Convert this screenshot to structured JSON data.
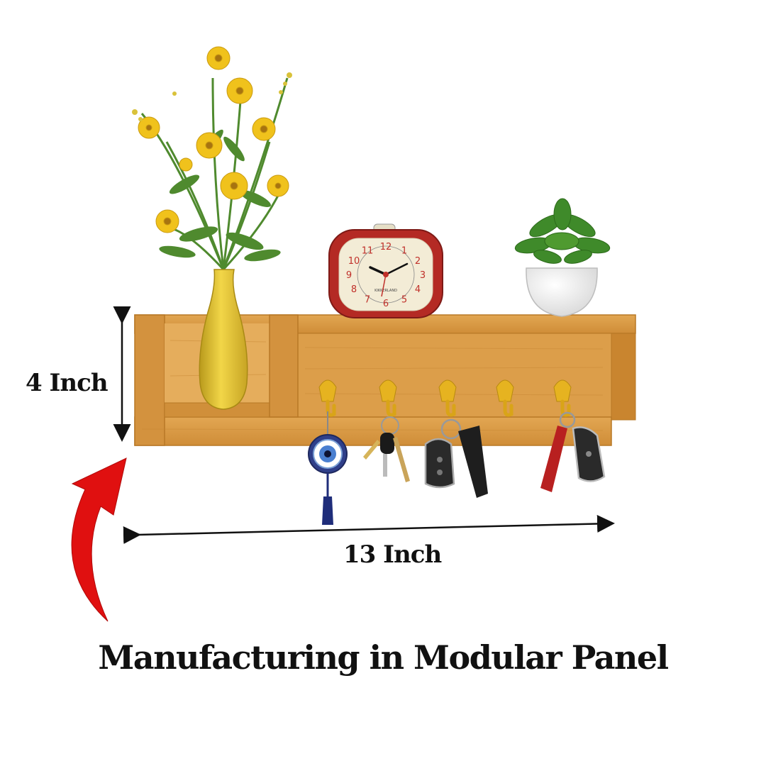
{
  "dimensions": {
    "height_label": "4 Inch",
    "width_label": "13 Inch"
  },
  "caption": "Manufacturing in Modular Panel",
  "clock": {
    "numerals": [
      "12",
      "1",
      "2",
      "3",
      "4",
      "5",
      "6",
      "7",
      "8",
      "9",
      "10",
      "11"
    ],
    "brand_text": "KIKKERLAND"
  },
  "colors": {
    "wood": "#d99a45",
    "wood_dark": "#b87826",
    "hook": "#e6b320",
    "vase": "#e6c532",
    "clock_body": "#b42a24",
    "clock_face": "#f3ecd6",
    "arrow": "#e01010",
    "flower": "#f0c21c",
    "leaf": "#4f8a2e"
  },
  "icons": {
    "vase": "yellow-vase-icon",
    "clock": "alarm-clock-icon",
    "plant": "potted-plant-icon",
    "keychain": "evil-eye-keychain-icon",
    "arrow": "curved-arrow-icon"
  }
}
